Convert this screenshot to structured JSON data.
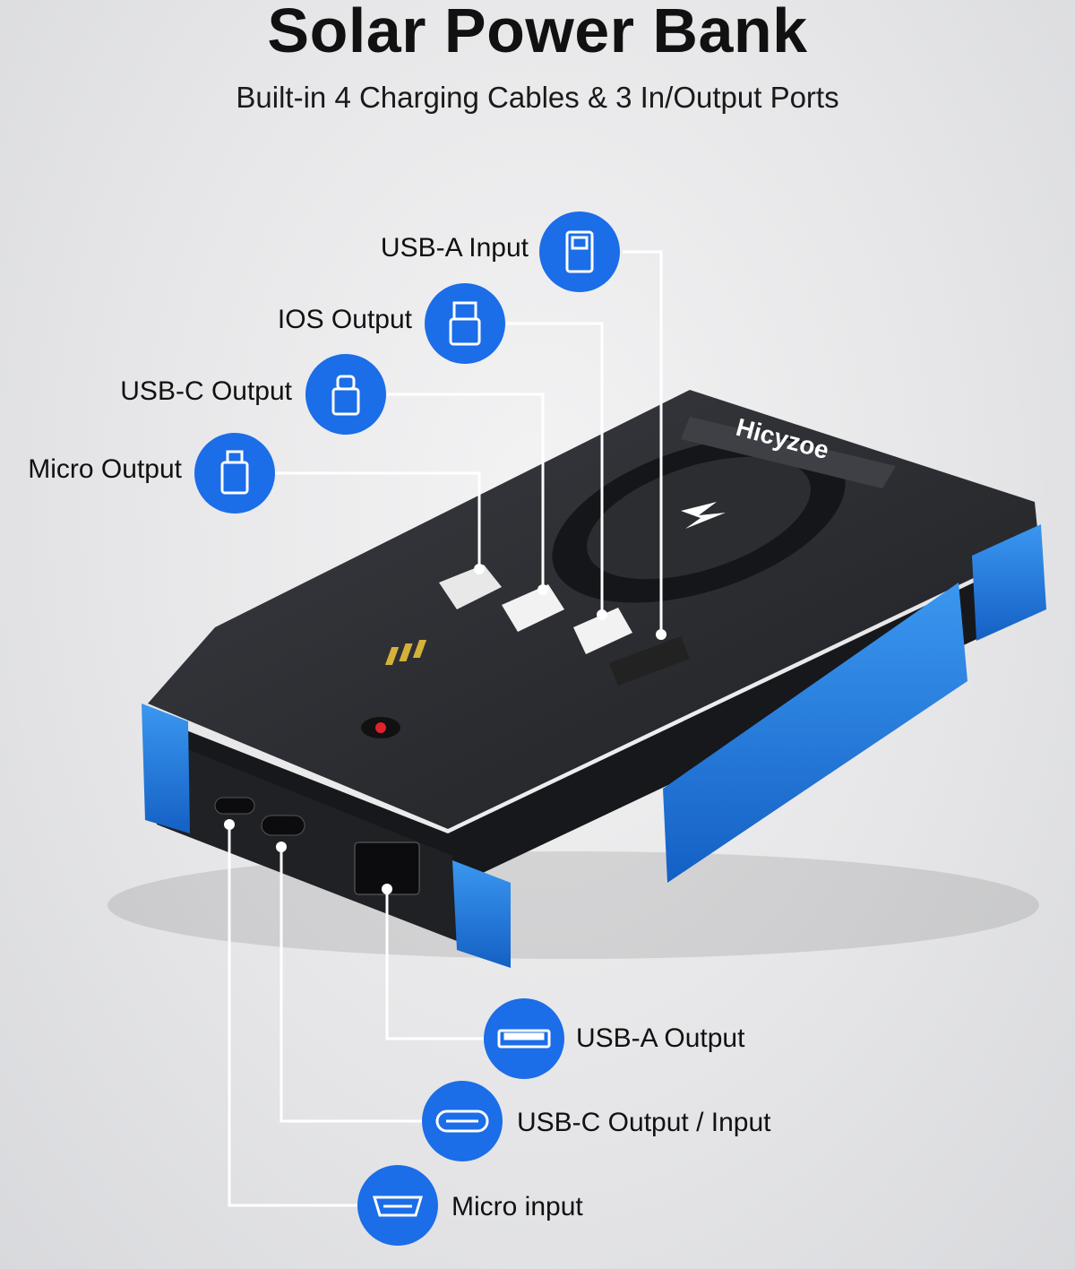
{
  "title": "Solar Power Bank",
  "subtitle": "Built-in 4 Charging Cables & 3 In/Output Ports",
  "brand": "Hicyzoe",
  "colors": {
    "accent": "#1b6de8",
    "body": "#2a2c30",
    "bumper": "#1f7fe0",
    "leader": "#ffffff"
  },
  "callouts": [
    {
      "label": "USB-A Input",
      "icon": "usb-a-plug-icon"
    },
    {
      "label": "IOS Output",
      "icon": "lightning-plug-icon"
    },
    {
      "label": "USB-C Output",
      "icon": "usb-c-plug-icon"
    },
    {
      "label": "Micro Output",
      "icon": "micro-usb-plug-icon"
    },
    {
      "label": "USB-A Output",
      "icon": "usb-a-port-icon"
    },
    {
      "label": "USB-C Output / Input",
      "icon": "usb-c-port-icon"
    },
    {
      "label": "Micro input",
      "icon": "micro-usb-port-icon"
    }
  ]
}
